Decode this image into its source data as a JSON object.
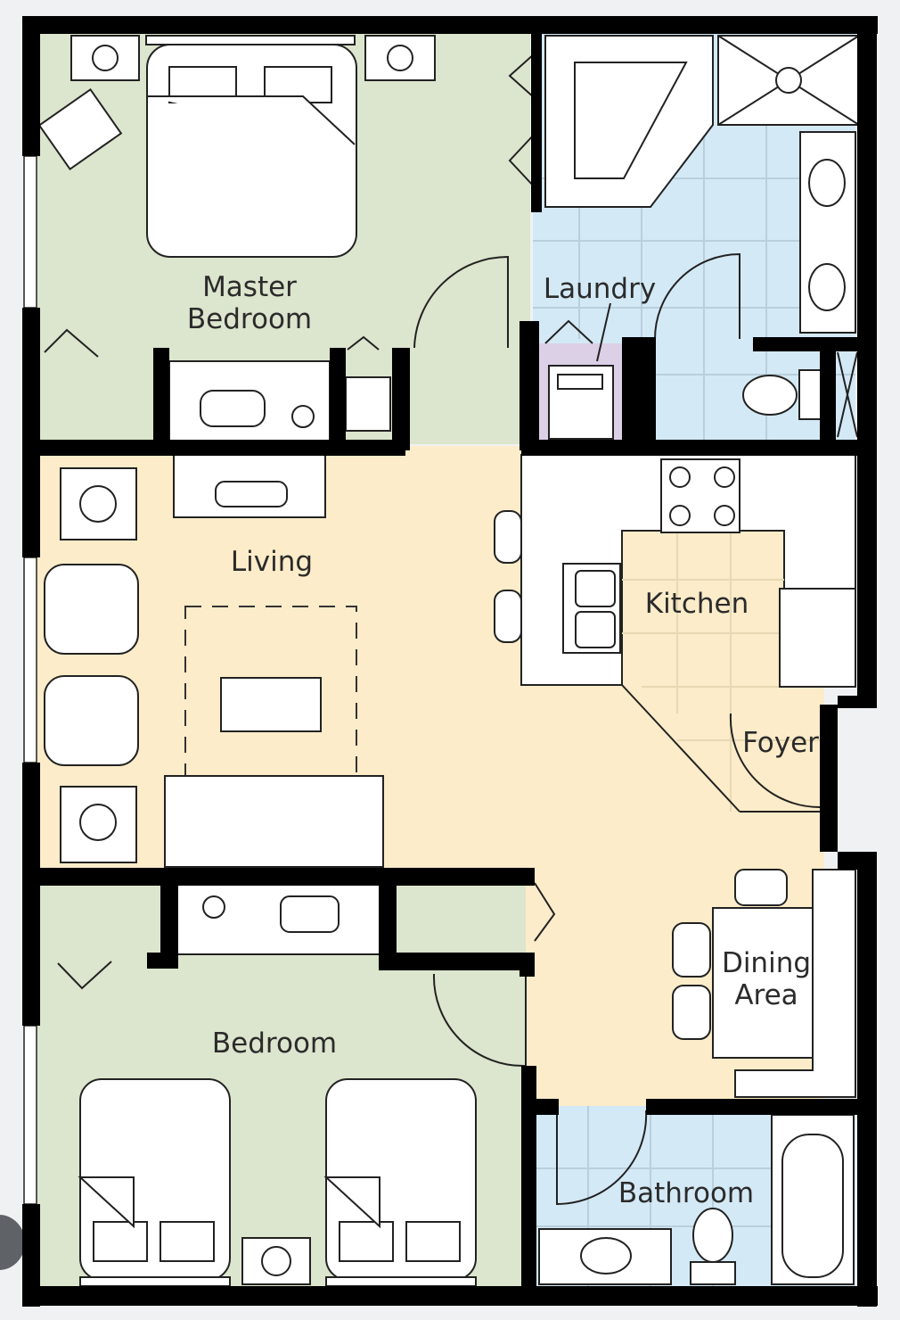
{
  "floor_plan": {
    "rooms": {
      "master_bedroom": [
        "Master",
        "Bedroom"
      ],
      "laundry": "Laundry",
      "living": "Living",
      "kitchen": "Kitchen",
      "foyer": "Foyer",
      "dining_area": [
        "Dining",
        "Area"
      ],
      "bedroom": "Bedroom",
      "bathroom": "Bathroom"
    },
    "colors": {
      "bedroom_fill": "#dce5cd",
      "living_fill": "#fcecc9",
      "bath_fill": "#d4e9f6",
      "laundry_fill": "#dcd0e7",
      "wall": "#000000"
    }
  }
}
